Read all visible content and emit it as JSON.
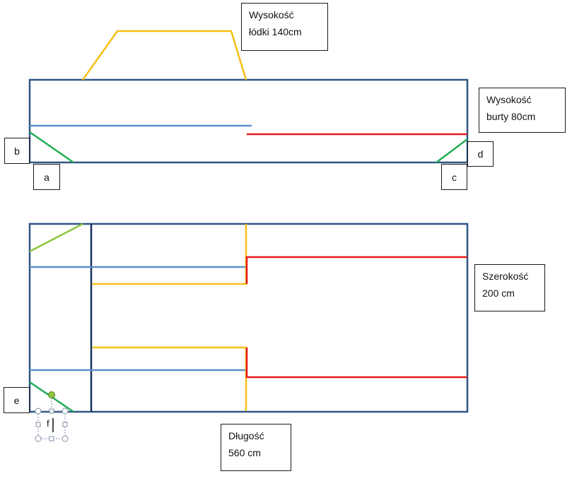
{
  "labels": {
    "boat_height": "Wysokość\nłódki 140cm",
    "side_height": "Wysokość\nburty 80cm",
    "width": "Szerokość\n200 cm",
    "length": "Długość\n560 cm",
    "a": "a",
    "b": "b",
    "c": "c",
    "d": "d",
    "e": "e",
    "f": "f"
  },
  "colors": {
    "outline": "#2f5485",
    "dark_line": "#17305a",
    "blue": "#5b8fce",
    "red": "#e51a1a",
    "yellow": "#f5c013",
    "green": "#1fae52",
    "light_green": "#8dc63f",
    "handle": "#7f8fa6"
  }
}
